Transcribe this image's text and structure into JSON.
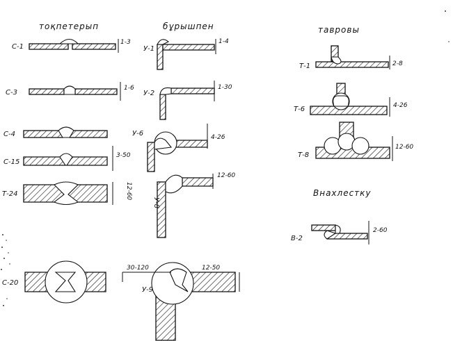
{
  "headings": {
    "butt": "тоқпетерып",
    "corner": "бұрышпен",
    "tee": "тавровы",
    "lap": "Внахлестку"
  },
  "butt_joints": [
    {
      "code": "С-1",
      "thickness": "1-3"
    },
    {
      "code": "С-3",
      "thickness": "1-6"
    },
    {
      "code": "С-4",
      "thickness": ""
    },
    {
      "code": "С-15",
      "thickness": "3-50"
    },
    {
      "code": "Т-24",
      "thickness": "12-60"
    },
    {
      "code": "С-20",
      "thickness": ""
    }
  ],
  "corner_joints": [
    {
      "code": "У-1",
      "thickness": "1-4"
    },
    {
      "code": "У-2",
      "thickness": "1-30"
    },
    {
      "code": "У-6",
      "thickness": "4-26"
    },
    {
      "code": "У-8",
      "thickness": "12-60"
    },
    {
      "code": "У-9",
      "thickness": "12-50",
      "gap": "30-120"
    }
  ],
  "tee_joints": [
    {
      "code": "Т-1",
      "thickness": "2-8"
    },
    {
      "code": "Т-6",
      "thickness": "4-26"
    },
    {
      "code": "Т-8",
      "thickness": "12-60"
    }
  ],
  "lap_joints": [
    {
      "code": "В-2",
      "thickness": "2-60"
    }
  ],
  "colors": {
    "ink": "#111111",
    "paper": "#ffffff"
  }
}
